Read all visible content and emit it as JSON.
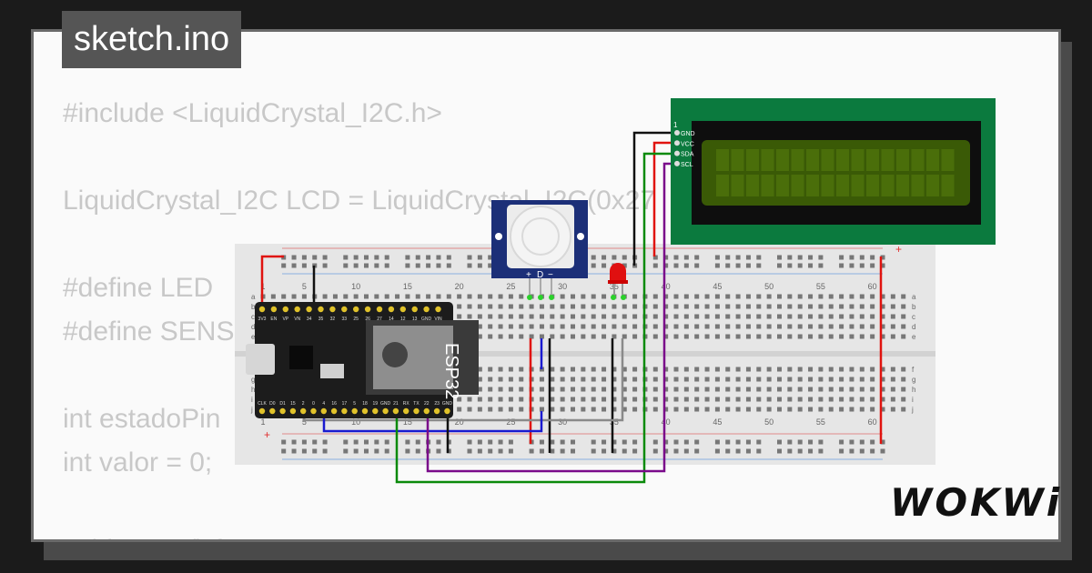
{
  "title": "sketch.ino",
  "code_lines": [
    "#include <LiquidCrystal_I2C.h>",
    "",
    "LiquidCrystal_I2C LCD = LiquidCrystal_I2C(0x27",
    "",
    "#define LED",
    "#define SENS",
    "",
    "int estadoPin",
    "int valor = 0;",
    "",
    "void setup() {"
  ],
  "breadboard": {
    "column_numbers": [
      "1",
      "5",
      "10",
      "15",
      "20",
      "25",
      "30",
      "35",
      "40",
      "45",
      "50",
      "55",
      "60"
    ],
    "row_letters_top": [
      "a",
      "b",
      "c",
      "d",
      "e"
    ],
    "row_letters_bottom": [
      "f",
      "g",
      "h",
      "i",
      "j"
    ],
    "plus": "+",
    "minus": "-"
  },
  "esp32": {
    "label": "ESP32",
    "top_pins": [
      "3V3",
      "EN",
      "VP",
      "VN",
      "34",
      "35",
      "32",
      "33",
      "25",
      "26",
      "27",
      "14",
      "12",
      "13",
      "GND",
      "VIN"
    ],
    "bottom_pins": [
      "CLK",
      "D0",
      "D1",
      "15",
      "2",
      "0",
      "4",
      "16",
      "17",
      "5",
      "18",
      "19",
      "GND",
      "21",
      "RX",
      "TX",
      "22",
      "23",
      "GND"
    ]
  },
  "lcd": {
    "pins": [
      "GND",
      "VCC",
      "SDA",
      "SCL"
    ],
    "pin1": "1"
  },
  "pir": {
    "pins": [
      "+",
      "D",
      "−"
    ]
  },
  "logo": "WOKWi",
  "colors": {
    "background": "#1b1b1b",
    "card": "#fafafa",
    "code_text": "#c8c8c8",
    "title_bg": "#555555",
    "lcd_board": "#0b7a3e",
    "lcd_screen": "#3a5a06",
    "pir_board": "#1c2f78",
    "wire_red": "#e0130f",
    "wire_black": "#111111",
    "wire_blue": "#1a1ad0",
    "wire_green": "#0a8a0a",
    "wire_purple": "#7a0a8a",
    "wire_gray": "#8a8a8a"
  }
}
